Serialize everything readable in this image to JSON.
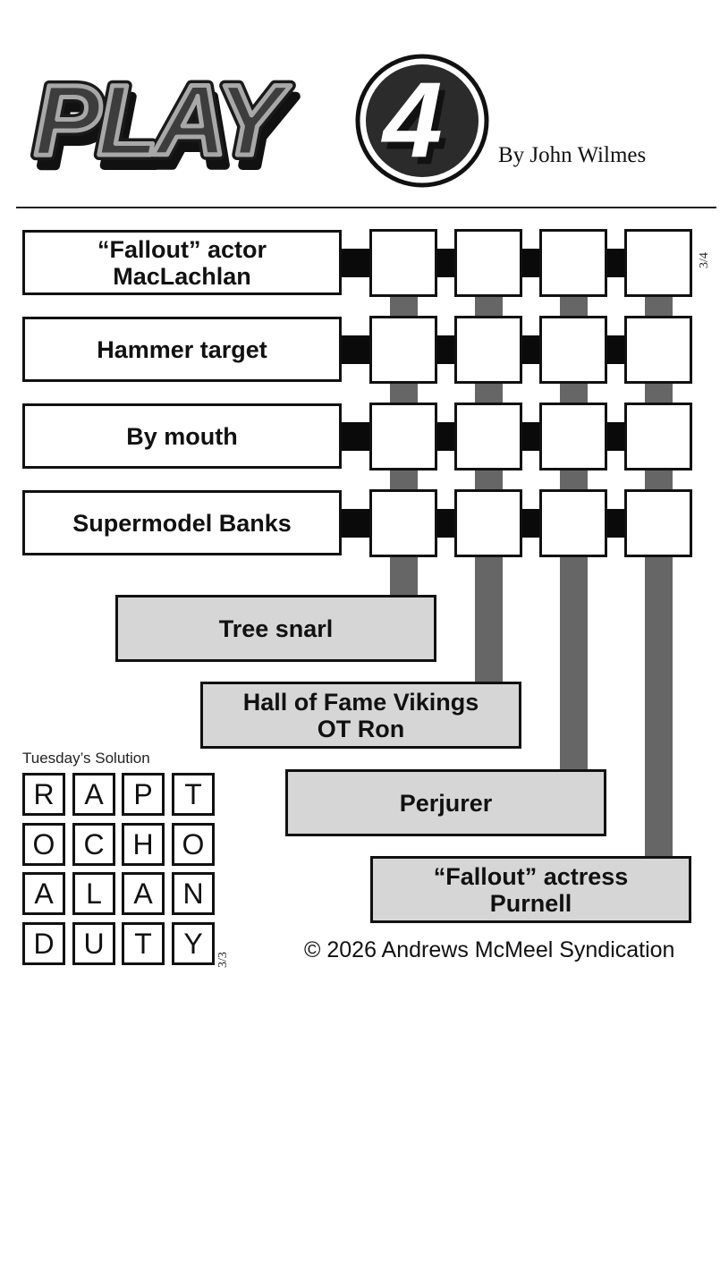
{
  "header": {
    "logo_text": "PLAY",
    "logo_number": "4",
    "byline": "By John Wilmes"
  },
  "puzzle": {
    "across_clues": [
      {
        "label": "“Fallout” actor MacLachlan",
        "line1": "“Fallout” actor",
        "line2": "MacLachlan"
      },
      {
        "label": "Hammer target",
        "line1": "Hammer target",
        "line2": ""
      },
      {
        "label": "By mouth",
        "line1": "By mouth",
        "line2": ""
      },
      {
        "label": "Supermodel Banks",
        "line1": "Supermodel Banks",
        "line2": ""
      }
    ],
    "down_clues": [
      {
        "label": "Tree snarl",
        "line1": "Tree snarl",
        "line2": ""
      },
      {
        "label": "Hall of Fame Vikings OT Ron",
        "line1": "Hall of Fame Vikings",
        "line2": "OT Ron"
      },
      {
        "label": "Perjurer",
        "line1": "Perjurer",
        "line2": ""
      },
      {
        "label": "“Fallout” actress Purnell",
        "line1": "“Fallout” actress",
        "line2": "Purnell"
      }
    ],
    "grid": [
      [
        "",
        "",
        "",
        ""
      ],
      [
        "",
        "",
        "",
        ""
      ],
      [
        "",
        "",
        "",
        ""
      ],
      [
        "",
        "",
        "",
        ""
      ]
    ],
    "date_code": "3/4"
  },
  "solution": {
    "title": "Tuesday’s Solution",
    "grid": [
      [
        "R",
        "A",
        "P",
        "T"
      ],
      [
        "O",
        "C",
        "H",
        "O"
      ],
      [
        "A",
        "L",
        "A",
        "N"
      ],
      [
        "D",
        "U",
        "T",
        "Y"
      ]
    ],
    "date_code": "3/3"
  },
  "footer": {
    "copyright": "© 2026 Andrews McMeel Syndication"
  },
  "colors": {
    "ink": "#111111",
    "connector_across": "#0a0a0a",
    "connector_down": "#666666",
    "down_clue_fill": "#d6d6d6"
  }
}
